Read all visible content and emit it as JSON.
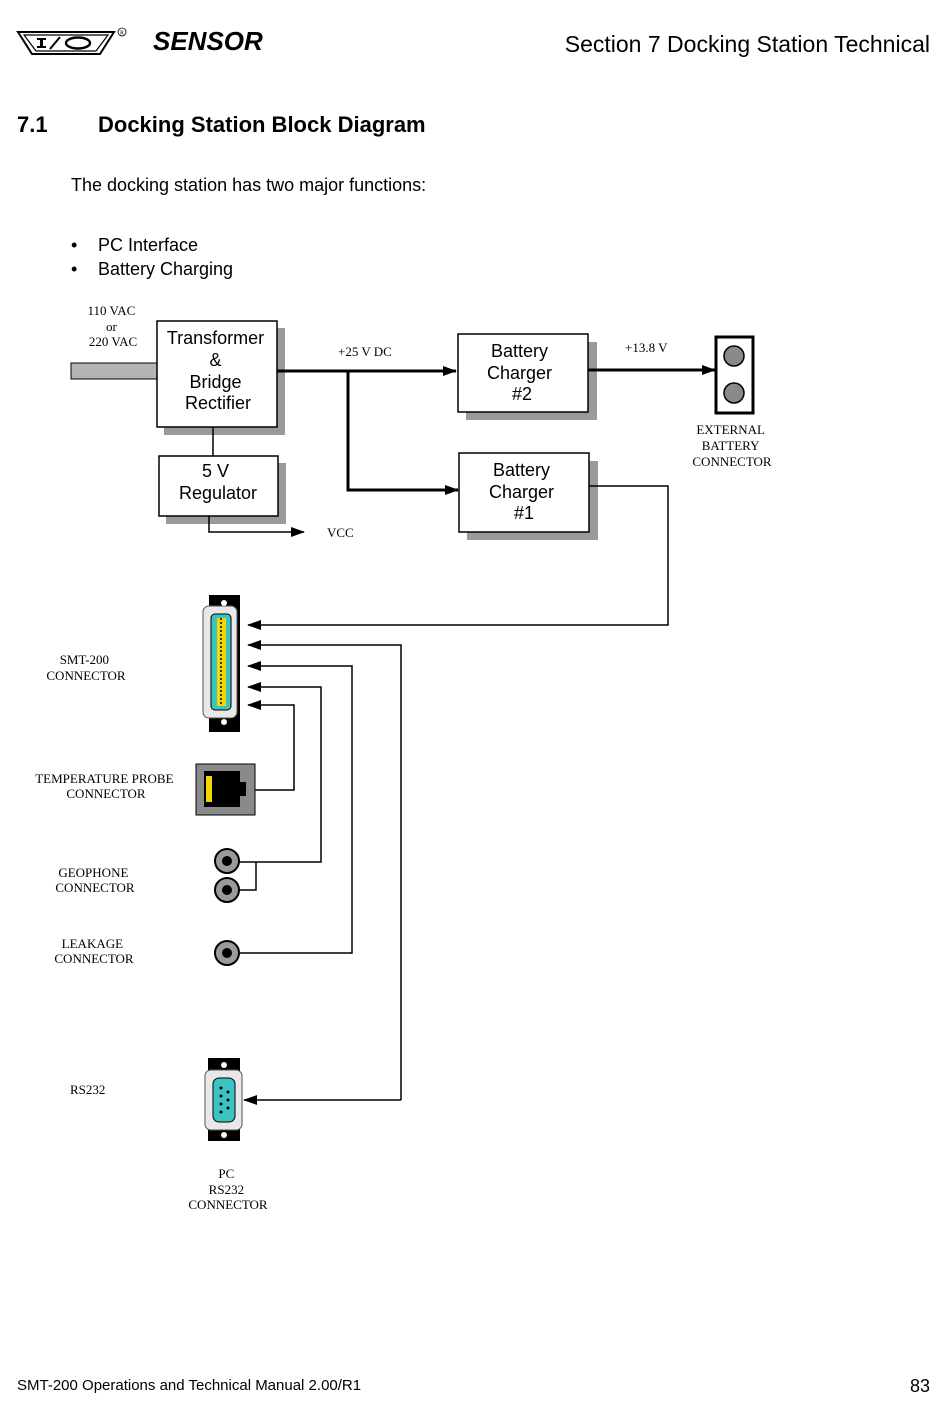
{
  "header": {
    "brand": "SENSOR",
    "section_title": "Section 7 Docking Station Technical"
  },
  "heading": {
    "number": "7.1",
    "title": "Docking Station Block Diagram"
  },
  "intro": "The docking station has two major functions:",
  "functions": [
    "PC Interface",
    "Battery Charging"
  ],
  "diagram": {
    "input_voltage": [
      "110 VAC",
      "or",
      "220 VAC"
    ],
    "transformer": [
      "Transformer",
      "&",
      "Bridge",
      "Rectifier"
    ],
    "regulator": [
      "5 V",
      "Regulator"
    ],
    "vcc": "VCC",
    "dc_bus": "+25 V DC",
    "charger2": [
      "Battery",
      "Charger",
      "#2"
    ],
    "charger1": [
      "Battery",
      "Charger",
      "#1"
    ],
    "charge_voltage": "+13.8 V",
    "external_battery": [
      "EXTERNAL",
      "BATTERY",
      "CONNECTOR"
    ],
    "smt_connector": [
      "SMT-200",
      "CONNECTOR"
    ],
    "temperature": [
      "TEMPERATURE  PROBE",
      "CONNECTOR"
    ],
    "geophone": [
      "GEOPHONE",
      "CONNECTOR"
    ],
    "leakage": [
      "LEAKAGE",
      "CONNECTOR"
    ],
    "rs232": "RS232",
    "pc_rs232": [
      "PC",
      "RS232",
      "CONNECTOR"
    ]
  },
  "footer": {
    "manual": "SMT-200 Operations and Technical Manual 2.00/R1",
    "page": "83"
  }
}
